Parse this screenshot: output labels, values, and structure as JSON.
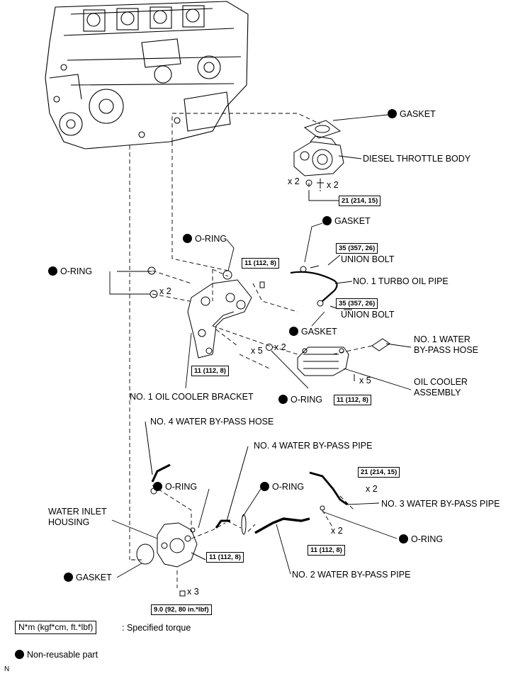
{
  "labels": {
    "gasket_top": "GASKET",
    "diesel_throttle_body": "DIESEL THROTTLE BODY",
    "gasket_turbo": "GASKET",
    "union_bolt_top": "UNION BOLT",
    "no1_turbo_oil_pipe": "NO. 1 TURBO OIL PIPE",
    "union_bolt_bottom": "UNION BOLT",
    "gasket_mid": "GASKET",
    "no1_water_bypass_hose": "NO. 1 WATER\nBY-PASS HOSE",
    "oil_cooler_assembly": "OIL COOLER\nASSEMBLY",
    "o_ring_upper": "O-RING",
    "o_ring_left": "O-RING",
    "no1_oil_cooler_bracket": "NO. 1 OIL COOLER BRACKET",
    "o_ring_oil_cooler": "O-RING",
    "no4_water_bypass_hose": "NO. 4 WATER BY-PASS HOSE",
    "no4_water_bypass_pipe": "NO. 4 WATER BY-PASS PIPE",
    "o_ring_hose": "O-RING",
    "o_ring_pipe": "O-RING",
    "no3_water_bypass_pipe": "NO. 3 WATER BY-PASS PIPE",
    "water_inlet_housing": "WATER INLET\nHOUSING",
    "o_ring_right": "O-RING",
    "gasket_bottom": "GASKET",
    "no2_water_bypass_pipe": "NO. 2 WATER BY-PASS PIPE"
  },
  "torques": {
    "throttle": "21 (214, 15)",
    "union_top": "35 (357, 26)",
    "bracket_top": "11 (112, 8)",
    "union_bottom": "35 (357, 26)",
    "bracket_bolts": "11 (112, 8)",
    "oil_cooler": "11 (112, 8)",
    "pipe3": "21 (214, 15)",
    "pipe2": "11 (112, 8)",
    "pipe4": "11 (112, 8)",
    "inlet": "9.0 (92, 80 in.*lbf)"
  },
  "multipliers": {
    "throttle_a": "x 2",
    "throttle_b": "x 2",
    "o_ring_left": "x 2",
    "bracket_bolts": "x 5",
    "o_ring_oc": "x 2",
    "oil_cooler": "x 5",
    "pipe3": "x 2",
    "pipe2": "x 2",
    "inlet": "x 3"
  },
  "legend": {
    "torque_unit": "N*m (kgf*cm, ft.*lbf)",
    "torque_desc": ": Specified torque",
    "non_reusable": "Non-reusable part",
    "code": "N"
  }
}
